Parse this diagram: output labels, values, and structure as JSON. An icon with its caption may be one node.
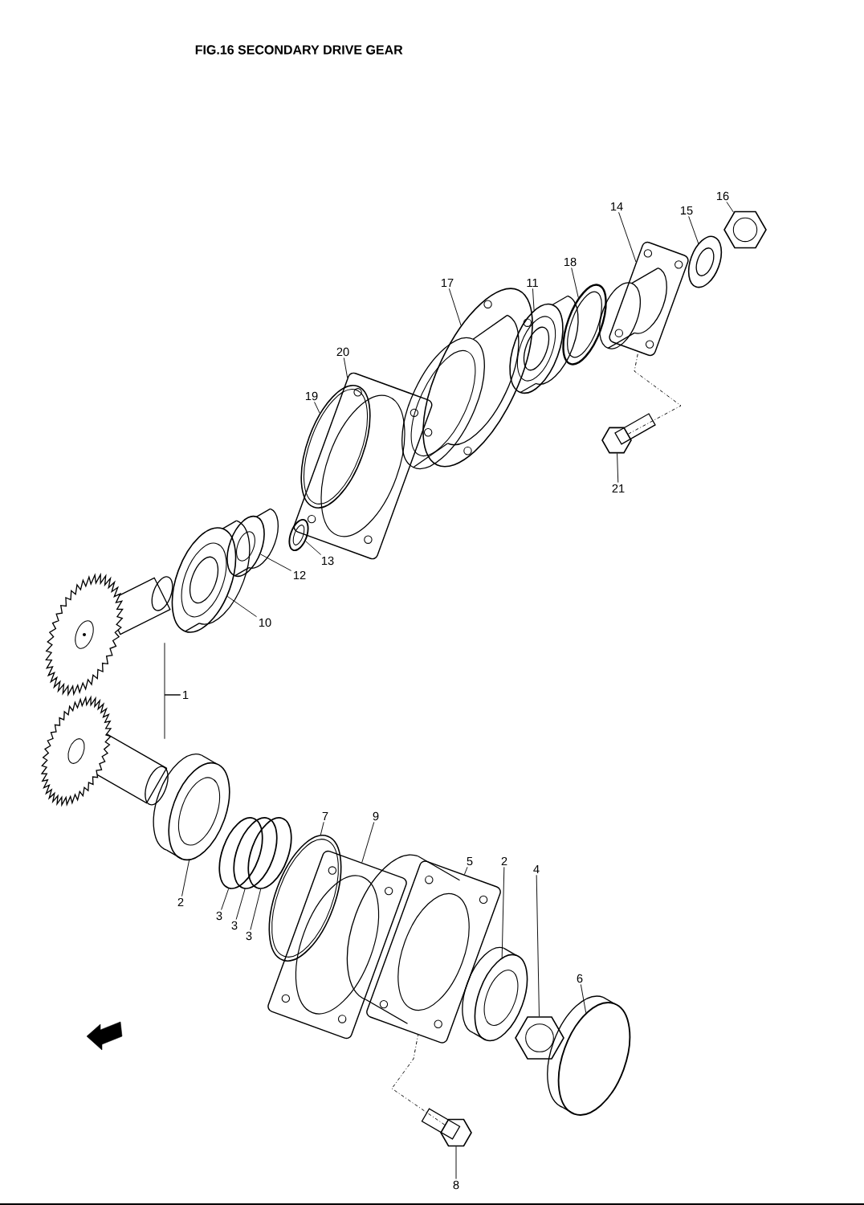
{
  "diagram": {
    "title": "FIG.16  SECONDARY DRIVE GEAR",
    "nodes": [
      {
        "text": [
          "14"
        ]
      },
      {
        "text": [
          "15"
        ]
      },
      {
        "text": [
          "16"
        ]
      },
      {
        "text": [
          "17"
        ]
      },
      {
        "text": [
          "11"
        ]
      },
      {
        "text": [
          "18"
        ]
      },
      {
        "text": [
          "20"
        ]
      },
      {
        "text": [
          "19"
        ]
      },
      {
        "text": [
          "21"
        ]
      },
      {
        "text": [
          "12"
        ]
      },
      {
        "text": [
          "13"
        ]
      },
      {
        "text": [
          "10"
        ]
      },
      {
        "text": [
          "1"
        ]
      },
      {
        "text": [
          "7"
        ]
      },
      {
        "text": [
          "9"
        ]
      },
      {
        "text": [
          "5"
        ]
      },
      {
        "text": [
          "2"
        ]
      },
      {
        "text": [
          "3"
        ]
      },
      {
        "text": [
          "3"
        ]
      },
      {
        "text": [
          "3"
        ]
      },
      {
        "text": [
          "2"
        ]
      },
      {
        "text": [
          "4"
        ]
      },
      {
        "text": [
          "6"
        ]
      },
      {
        "text": [
          "8"
        ]
      },
      {
        "text": [],
        "shape": "picture"
      },
      {
        "text": [],
        "shape": "picture"
      },
      {
        "text": [],
        "shape": "picture"
      },
      {
        "text": [],
        "shape": "picture"
      },
      {
        "text": [],
        "shape": "picture"
      },
      {
        "text": [],
        "shape": "picture"
      },
      {
        "text": [],
        "shape": "picture"
      },
      {
        "text": [],
        "shape": "picture"
      },
      {
        "text": [],
        "shape": "picture"
      },
      {
        "text": [],
        "shape": "picture"
      },
      {
        "text": [],
        "shape": "picture"
      },
      {
        "text": [],
        "shape": "picture"
      },
      {
        "text": [],
        "shape": "picture"
      },
      {
        "text": [],
        "shape": "picture"
      },
      {
        "text": [],
        "shape": "picture"
      },
      {
        "text": [],
        "shape": "picture"
      },
      {
        "text": [],
        "shape": "picture"
      },
      {
        "text": [],
        "shape": "picture"
      },
      {
        "text": [],
        "shape": "picture"
      },
      {
        "text": [],
        "shape": "picture"
      },
      {
        "text": [],
        "shape": "picture"
      },
      {
        "text": [],
        "shape": "picture"
      },
      {
        "text": [],
        "shape": "picture"
      },
      {
        "text": [],
        "shape": "picture"
      },
      {
        "text": [],
        "shape": "picture"
      }
    ],
    "edges": [
      {
        "from": 0,
        "to": 24,
        "arrow": "none"
      },
      {
        "from": 1,
        "to": 25,
        "arrow": "none"
      },
      {
        "from": 2,
        "to": 26,
        "arrow": "none"
      },
      {
        "from": 3,
        "to": 27,
        "arrow": "none"
      },
      {
        "from": 4,
        "to": 28,
        "arrow": "none"
      },
      {
        "from": 5,
        "to": 29,
        "arrow": "none"
      },
      {
        "from": 6,
        "to": 30,
        "arrow": "none"
      },
      {
        "from": 7,
        "to": 31,
        "arrow": "none"
      },
      {
        "from": 8,
        "to": 32,
        "arrow": "none"
      },
      {
        "from": 9,
        "to": 33,
        "arrow": "none"
      },
      {
        "from": 10,
        "to": 34,
        "arrow": "none"
      },
      {
        "from": 11,
        "to": 35,
        "arrow": "none"
      },
      {
        "from": 12,
        "to": 36,
        "arrow": "none"
      },
      {
        "from": 12,
        "to": 37,
        "arrow": "none"
      },
      {
        "from": 13,
        "to": 38,
        "arrow": "none"
      },
      {
        "from": 14,
        "to": 39,
        "arrow": "none"
      },
      {
        "from": 15,
        "to": 40,
        "arrow": "none"
      },
      {
        "from": 16,
        "to": 41,
        "arrow": "none"
      },
      {
        "from": 17,
        "to": 42,
        "arrow": "none"
      },
      {
        "from": 18,
        "to": 43,
        "arrow": "none"
      },
      {
        "from": 19,
        "to": 44,
        "arrow": "none"
      },
      {
        "from": 20,
        "to": 45,
        "arrow": "none"
      },
      {
        "from": 21,
        "to": 46,
        "arrow": "none"
      },
      {
        "from": 22,
        "to": 47,
        "arrow": "none"
      },
      {
        "from": 23,
        "to": 48,
        "arrow": "none"
      },
      {
        "from": 32,
        "to": 24,
        "arrow": "none",
        "style": "dashed"
      },
      {
        "from": 48,
        "to": 40,
        "arrow": "none",
        "style": "dashed"
      }
    ]
  }
}
